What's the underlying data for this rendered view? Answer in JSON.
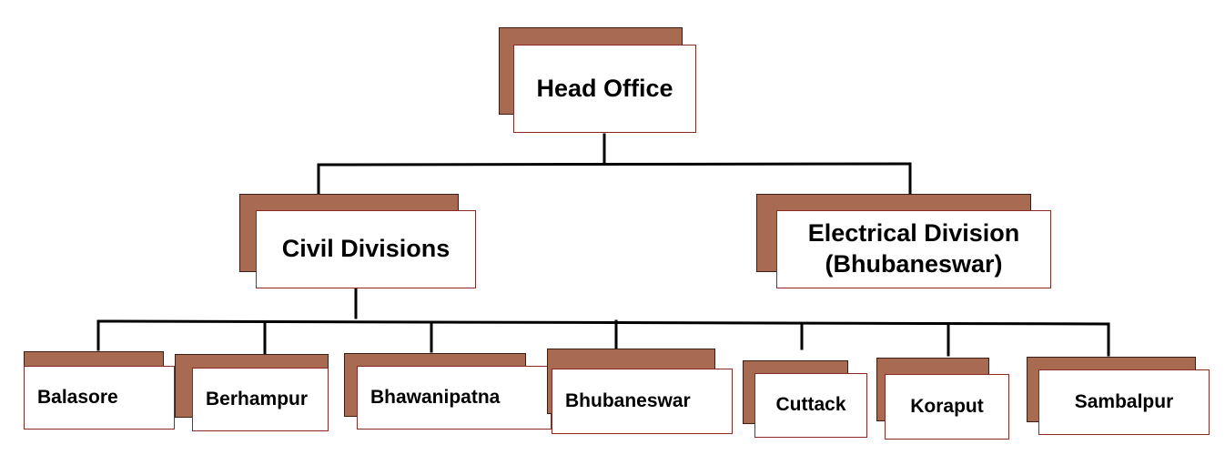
{
  "diagram": {
    "type": "org-chart",
    "colors": {
      "shadow": "#a86b52",
      "border": "#8a2a22",
      "line": "#000000"
    },
    "root": {
      "label": "Head Office"
    },
    "level1": [
      {
        "label": "Civil Divisions"
      },
      {
        "line1": "Electrical Division",
        "line2": "(Bhubaneswar)"
      }
    ],
    "civil_divisions": [
      {
        "label": "Balasore"
      },
      {
        "label": "Berhampur"
      },
      {
        "label": "Bhawanipatna"
      },
      {
        "label": "Bhubaneswar"
      },
      {
        "label": "Cuttack"
      },
      {
        "label": "Koraput"
      },
      {
        "label": "Sambalpur"
      }
    ]
  }
}
